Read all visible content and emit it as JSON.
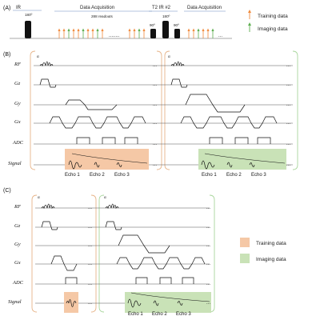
{
  "panels": {
    "a": "(A)",
    "b": "(B)",
    "c": "(C)"
  },
  "panel_a": {
    "ir": "IR",
    "ir_angle": "180º",
    "acq1": "Data Acquisition",
    "readouts": "288 readouts",
    "dots": "........",
    "t2": "T2 IR #2",
    "angle_90": "90º",
    "angle_180": "180º",
    "acq2": "Data Acquisition",
    "dots2": "..."
  },
  "legend_top": {
    "training": "Training data",
    "imaging": "Imaging data"
  },
  "rows": {
    "rf": "RF",
    "gz": "Gz",
    "gy": "Gy",
    "gx": "Gx",
    "adc": "ADC",
    "signal": "Signal"
  },
  "echoes": {
    "e1": "Echo 1",
    "e2": "Echo 2",
    "e3": "Echo 3"
  },
  "flip": "α",
  "ellipsis": "...",
  "legend_c": {
    "training": "Training data",
    "imaging": "Imaging data"
  },
  "colors": {
    "training": "#f5c8a6",
    "imaging": "#c9e2b7",
    "orange_arrow": "#f08a3c",
    "green_arrow": "#5cae4e",
    "bracket": "#e7b489"
  }
}
